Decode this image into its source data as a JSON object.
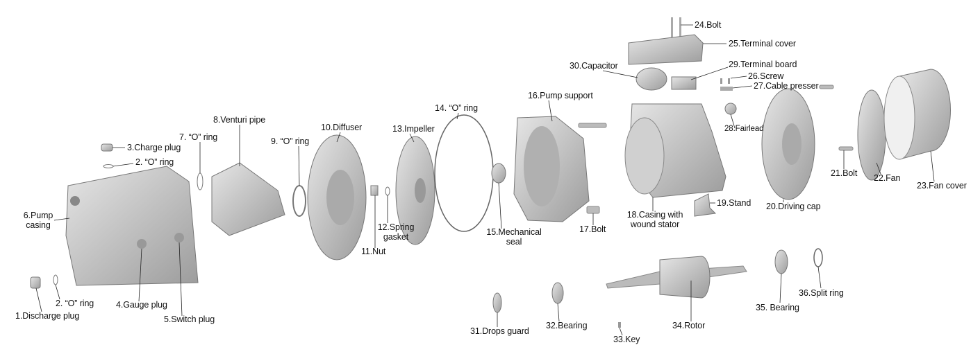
{
  "title": "Pump exploded view",
  "parts": {
    "p1": "1.Discharge plug",
    "p2a": "2. “O” ring",
    "p2b": "2. “O” ring",
    "p3": "3.Charge plug",
    "p4": "4.Gauge plug",
    "p5": "5.Switch plug",
    "p6a": "6.Pump",
    "p6b": "casing",
    "p7": "7. “O” ring",
    "p8": "8.Venturi pipe",
    "p9": "9. “O” ring",
    "p10": "10.Diffuser",
    "p11": "11.Nut",
    "p12a": "12.Spring",
    "p12b": "gasket",
    "p13": "13.Impeller",
    "p14": "14. “O” ring",
    "p15a": "15.Mechanical",
    "p15b": "seal",
    "p16": "16.Pump support",
    "p17": "17.Bolt",
    "p18a": "18.Casing with",
    "p18b": "wound stator",
    "p19": "19.Stand",
    "p20": "20.Driving cap",
    "p21": "21.Bolt",
    "p22": "22.Fan",
    "p23": "23.Fan cover",
    "p24": "24.Bolt",
    "p25": "25.Terminal cover",
    "p26": "26.Screw",
    "p27": "27.Cable presser",
    "p28": "28.Fairlead",
    "p29": "29.Terminal board",
    "p30": "30.Capacitor",
    "p31": "31.Drops guard",
    "p32": "32.Bearing",
    "p33": "33.Key",
    "p34": "34.Rotor",
    "p35": "35. Bearing",
    "p36": "36.Split ring"
  },
  "colors": {
    "part": "#c8c8c8",
    "part_dark": "#9a9a9a",
    "line": "#222222"
  }
}
